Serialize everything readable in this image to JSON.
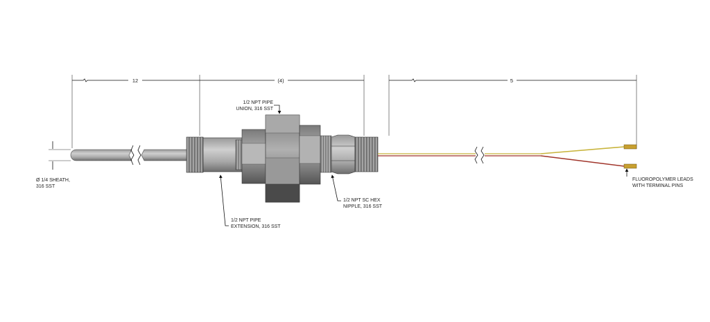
{
  "dimensions": {
    "probe_length": "12",
    "fitting_length": "(4)",
    "lead_length": "5"
  },
  "callouts": {
    "sheath": {
      "line1": "Ø 1/4 SHEATH,",
      "line2": "316 SST"
    },
    "union": {
      "line1": "1/2 NPT PIPE",
      "line2": "UNION, 316 SST"
    },
    "extension": {
      "line1": "1/2 NPT PIPE",
      "line2": "EXTENSION, 316 SST"
    },
    "nipple": {
      "line1": "1/2 NPT SC HEX",
      "line2": "NIPPLE, 316 SST"
    },
    "leads": {
      "line1": "FLUOROPOLYMER LEADS",
      "line2": "WITH TERMINAL PINS"
    }
  },
  "colors": {
    "background": "#ffffff",
    "steel_light": "#b4b4b4",
    "steel_mid": "#8e8e8e",
    "steel_dark": "#5a5a5a",
    "wire_red": "#a0342a",
    "wire_yellow": "#c8b43c",
    "pin_gold": "#c8a030"
  }
}
